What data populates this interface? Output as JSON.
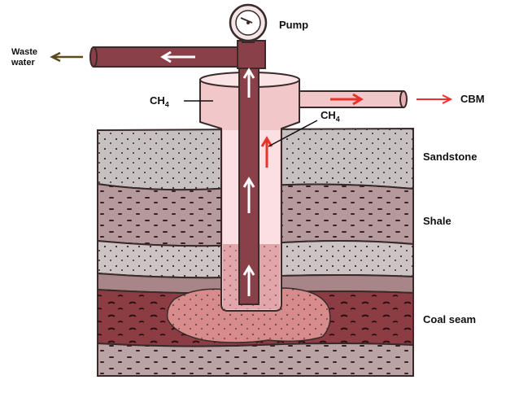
{
  "labels": {
    "pump": "Pump",
    "waste_water_line1": "Waste",
    "waste_water_line2": "water",
    "ch4_left": "CH",
    "ch4_left_sub": "4",
    "ch4_right": "CH",
    "ch4_right_sub": "4",
    "cbm": "CBM",
    "sandstone": "Sandstone",
    "shale": "Shale",
    "coal_seam": "Coal seam"
  },
  "colors": {
    "sandstone": "#c7c0c0",
    "shale": "#b49a9c",
    "gray_band": "#cbc3c4",
    "coal_seam": "#8c3d44",
    "coal_fractured": "#d88b8b",
    "bottom_layer": "#b9a3a5",
    "casing": "#f2c7ca",
    "casing_light": "#fbe4e6",
    "pipe": "#8a4048",
    "gas_arrow": "#e8332b",
    "water_arrow": "#ffffff",
    "out_arrow_waste": "#5a4a1c",
    "out_arrow_cbm": "#e8332b",
    "outline": "#3a2a2a"
  }
}
